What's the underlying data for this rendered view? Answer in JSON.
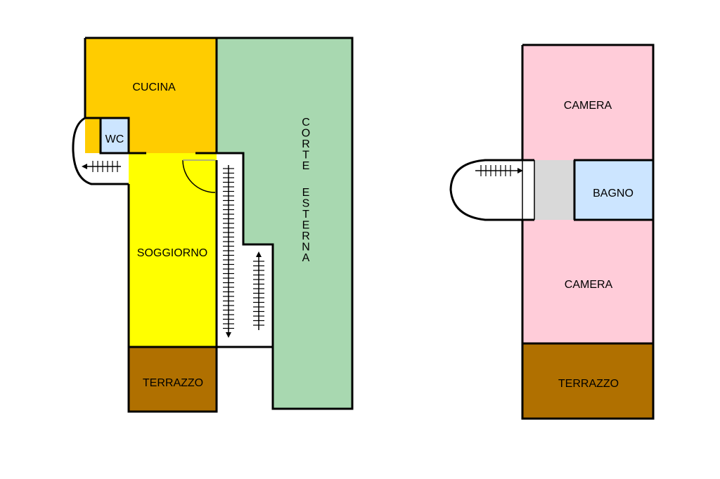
{
  "colors": {
    "cucina": "#FFCC00",
    "soggiorno": "#FFFF00",
    "terrazzo": "#B07000",
    "corte": "#A8D8B0",
    "wc": "#CCE5FF",
    "camera": "#FFCCD9",
    "bagno": "#CCE5FF",
    "disimpegno": "#D9D9D9"
  },
  "ground_floor": {
    "cucina": "CUCINA",
    "wc": "WC",
    "soggiorno": "SOGGIORNO",
    "terrazzo": "TERRAZZO",
    "corte_letters_1": [
      "C",
      "O",
      "R",
      "T",
      "E"
    ],
    "corte_letters_2": [
      "E",
      "S",
      "T",
      "E",
      "R",
      "N",
      "A"
    ]
  },
  "first_floor": {
    "camera_top": "CAMERA",
    "bagno": "BAGNO",
    "camera_bottom": "CAMERA",
    "terrazzo": "TERRAZZO"
  }
}
